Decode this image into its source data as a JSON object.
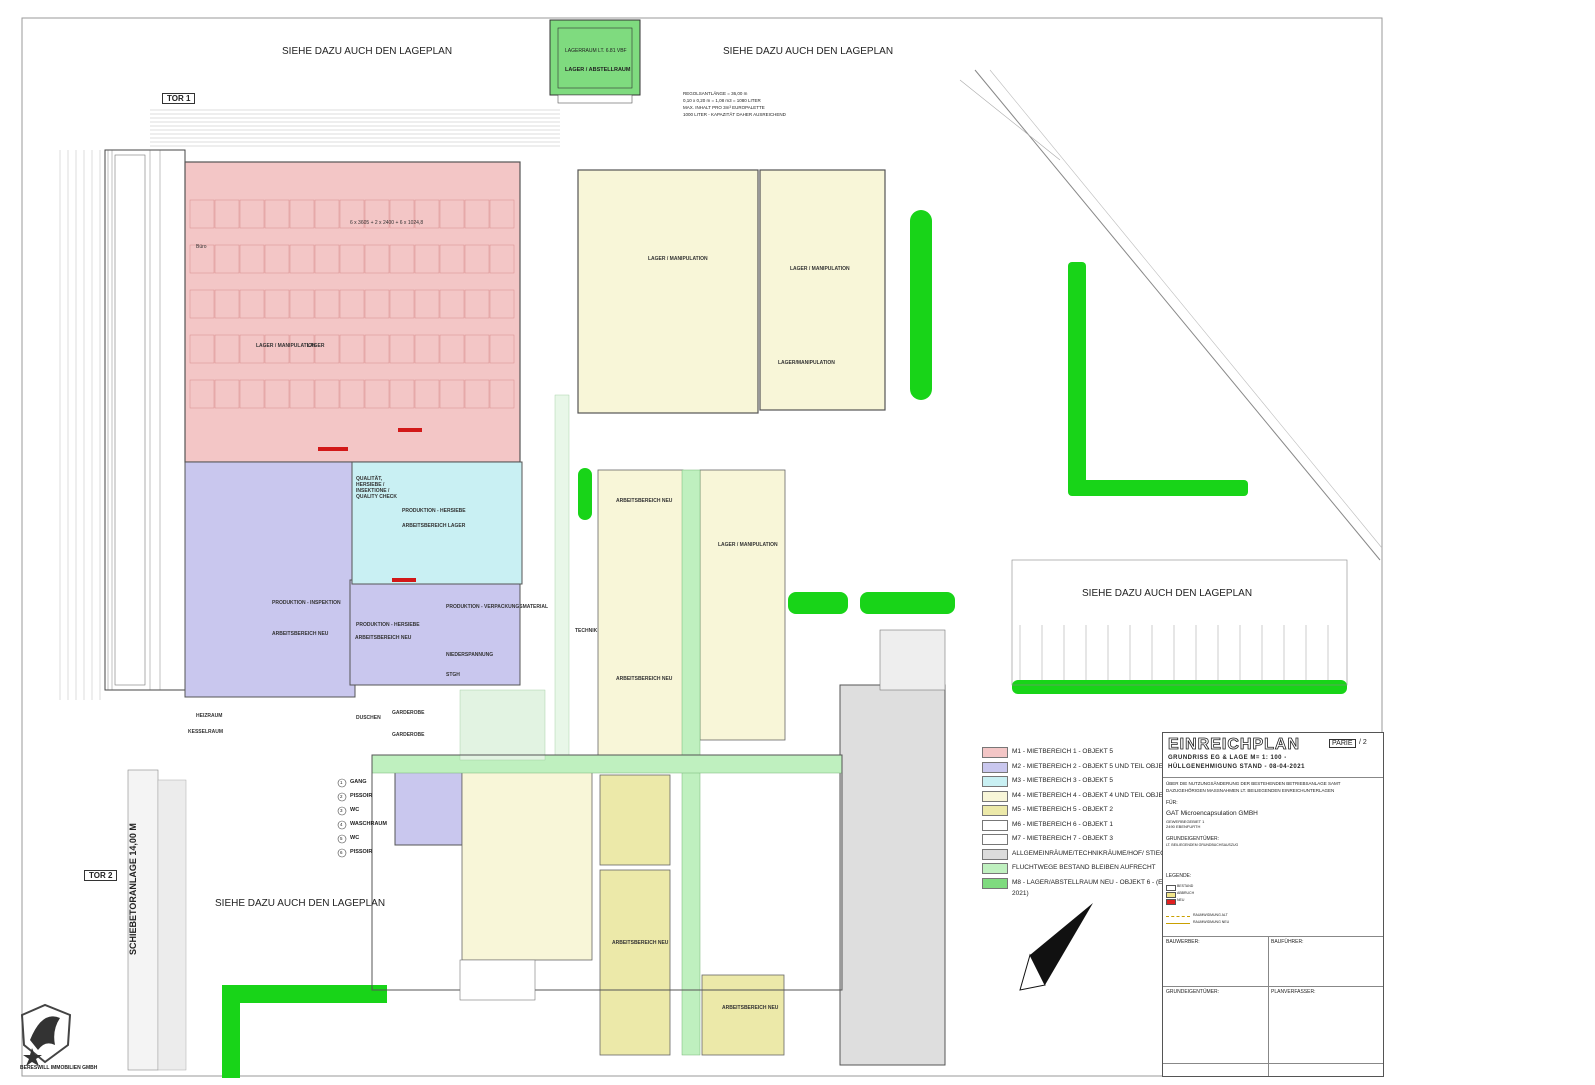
{
  "sheet": {
    "siehe_lageplan": "SIEHE DAZU AUCH DEN LAGEPLAN",
    "tor1": "TOR 1",
    "tor2": "TOR 2",
    "schiebetor": "SCHIEBETORANLAGE 14,00 M",
    "top_box_title": "LAGERRAUM LT. 6.81 VBF",
    "top_box_sub": "LAGER / ABSTELLRAUM",
    "company_logo_text": "BERESWILL IMMOBILIEN GMBH"
  },
  "rooms": {
    "m1_label": "LAGER / MANIPULATION",
    "m1_label2": "LAGER",
    "m1_buero": "Büro",
    "m2_prod_insp": "PRODUKTION - INSPEKTION",
    "m2_arbeit": "ARBEITSBEREICH NEU",
    "m3_quality": "QUALITÄT, HERSIEBE / INSEKTIONE / QUALITY CHECK",
    "m3_prod": "PRODUKTION - HERSIEBE",
    "m3_arbeit": "ARBEITSBEREICH LAGER",
    "m3_prod2": "PRODUKTION - HERSIEBE",
    "m3_arbeit2": "ARBEITSBEREICH NEU",
    "m3_prod3": "PRODUKTION - VERPACKUNGSMATERIAL",
    "m4_lager": "LAGER / MANIPULATION",
    "m4_lager2": "LAGER / MANIPULATION",
    "m4_lager3": "LAGER/MANIPULATION",
    "m5_arbeit_a": "ARBEITSBEREICH NEU",
    "m5_arbeit_b": "ARBEITSBEREICH NEU",
    "m5_lager": "LAGER / MANIPULATION",
    "m5_arbeit_c": "ARBEITSBEREICH NEU",
    "m5_arbeit_d": "ARBEITSBEREICH NEU",
    "technik": "TECHNIK",
    "heizraum": "HEIZRAUM",
    "kesselraum": "KESSELRAUM",
    "duschen": "DUSCHEN",
    "garderobe": "GARDEROBE",
    "garderobe2": "GARDEROBE",
    "niederspannung": "NIEDERSPANNUNG",
    "stiege": "STGH",
    "bueromassen": "6 x 3605 + 2 x 2400 + 6 x 1024,8"
  },
  "room_list": [
    {
      "num": "1",
      "name": "GANG"
    },
    {
      "num": "2",
      "name": "PISSOIR"
    },
    {
      "num": "3",
      "name": "WC"
    },
    {
      "num": "4",
      "name": "WASCHRAUM"
    },
    {
      "num": "5",
      "name": "WC"
    },
    {
      "num": "6",
      "name": "PISSOIR"
    }
  ],
  "notes": {
    "regen_line1": "REGOLSANTLÄNGE = 36,00 m",
    "regen_line2": "0,10 x 0,20 m = 1,08 m3 = 1080 LITER",
    "regen_line3": "MAX. INHALT PRO 3m³ EUROPALETTE",
    "regen_line4": "1000 LITER - KAPAZITÄT DAHER AUSREICHEND"
  },
  "legend": [
    {
      "color": "#f3c6c6",
      "text": "M1 - MIETBEREICH 1 - OBJEKT 5"
    },
    {
      "color": "#c9c7ee",
      "text": "M2 - MIETBEREICH 2 - OBJEKT 5 UND TEIL OBJEKT 1"
    },
    {
      "color": "#c9f0f3",
      "text": "M3 - MIETBEREICH 3 - OBJEKT 5"
    },
    {
      "color": "#f8f6d8",
      "text": "M4 - MIETBEREICH 4 - OBJEKT 4 UND TEIL OBJEKT 2"
    },
    {
      "color": "#ece9a9",
      "text": "M5 - MIETBEREICH 5 - OBJEKT 2"
    },
    {
      "color": "#ffffff",
      "text": "M6 - MIETBEREICH 6 - OBJEKT 1"
    },
    {
      "color": "#ffffff",
      "text": "M7 - MIETBEREICH 7 - OBJEKT 3"
    },
    {
      "color": "#dcdcdc",
      "text": "ALLGEMEINRÄUME/TECHNIKRÄUME/HOF/ STIEGENHAUS"
    },
    {
      "color": "#bff0bf",
      "text": "FLUCHTWEGE BESTAND BLEIBEN AUFRECHT"
    },
    {
      "color": "#7fdb7f",
      "text": "M8 - LAGER/ABSTELLRAUM NEU - OBJEKT 6 - (ERSTELLUNG BIS 2021)"
    }
  ],
  "title_block": {
    "title": "EINREICHPLAN",
    "parie_label": "PARIE",
    "parie_num": "/ 2",
    "sub1": "GRUNDRISS EG & LAGE   M= 1: 100 -",
    "sub2": "HÜLLGENEHMIGUNG STAND - 08-04-2021",
    "desc1": "ÜBER DIE NUTZUNGSÄNDERUNG DER BESTEHENDEN BETRIEBSANLAGE SAMT",
    "desc2": "DAZUGEHÖRIGEN MASSNAHMEN LT. BEILIEGENDEN EINREICHUNTERLAGEN",
    "fuer_label": "FÜR:",
    "company": "GAT Microencapsulation GMBH",
    "addr1": "GEWERBEGEBIET 1",
    "addr2": "2490 EBENFURTH",
    "grund_label": "GRUNDEIGENTÜMER:",
    "grund_val": "LT. BEILIEGENDEM GRUNDBUCHSAUSZUG",
    "legende_label": "LEGENDE:",
    "leg1": "BESTAND",
    "leg2": "ABBRUCH",
    "leg3": "NEU",
    "leg4": "RAUMWIDMUNG ALT",
    "leg5": "RAUMWIDMUNG NEU",
    "bauwerber": "BAUWERBER:",
    "bauführer": "BAUFÜHRER:",
    "grundeigentuemer": "GRUNDEIGENTÜMER:",
    "planverfasser": "PLANVERFASSER:"
  },
  "colors": {
    "m1": "#f3c6c6",
    "m2": "#c9c7ee",
    "m3": "#c9f0f3",
    "m4": "#f8f6d8",
    "m5": "#ece9a9",
    "green": "#18d418",
    "light_green": "#bff0bf",
    "grey": "#dcdcdc"
  }
}
